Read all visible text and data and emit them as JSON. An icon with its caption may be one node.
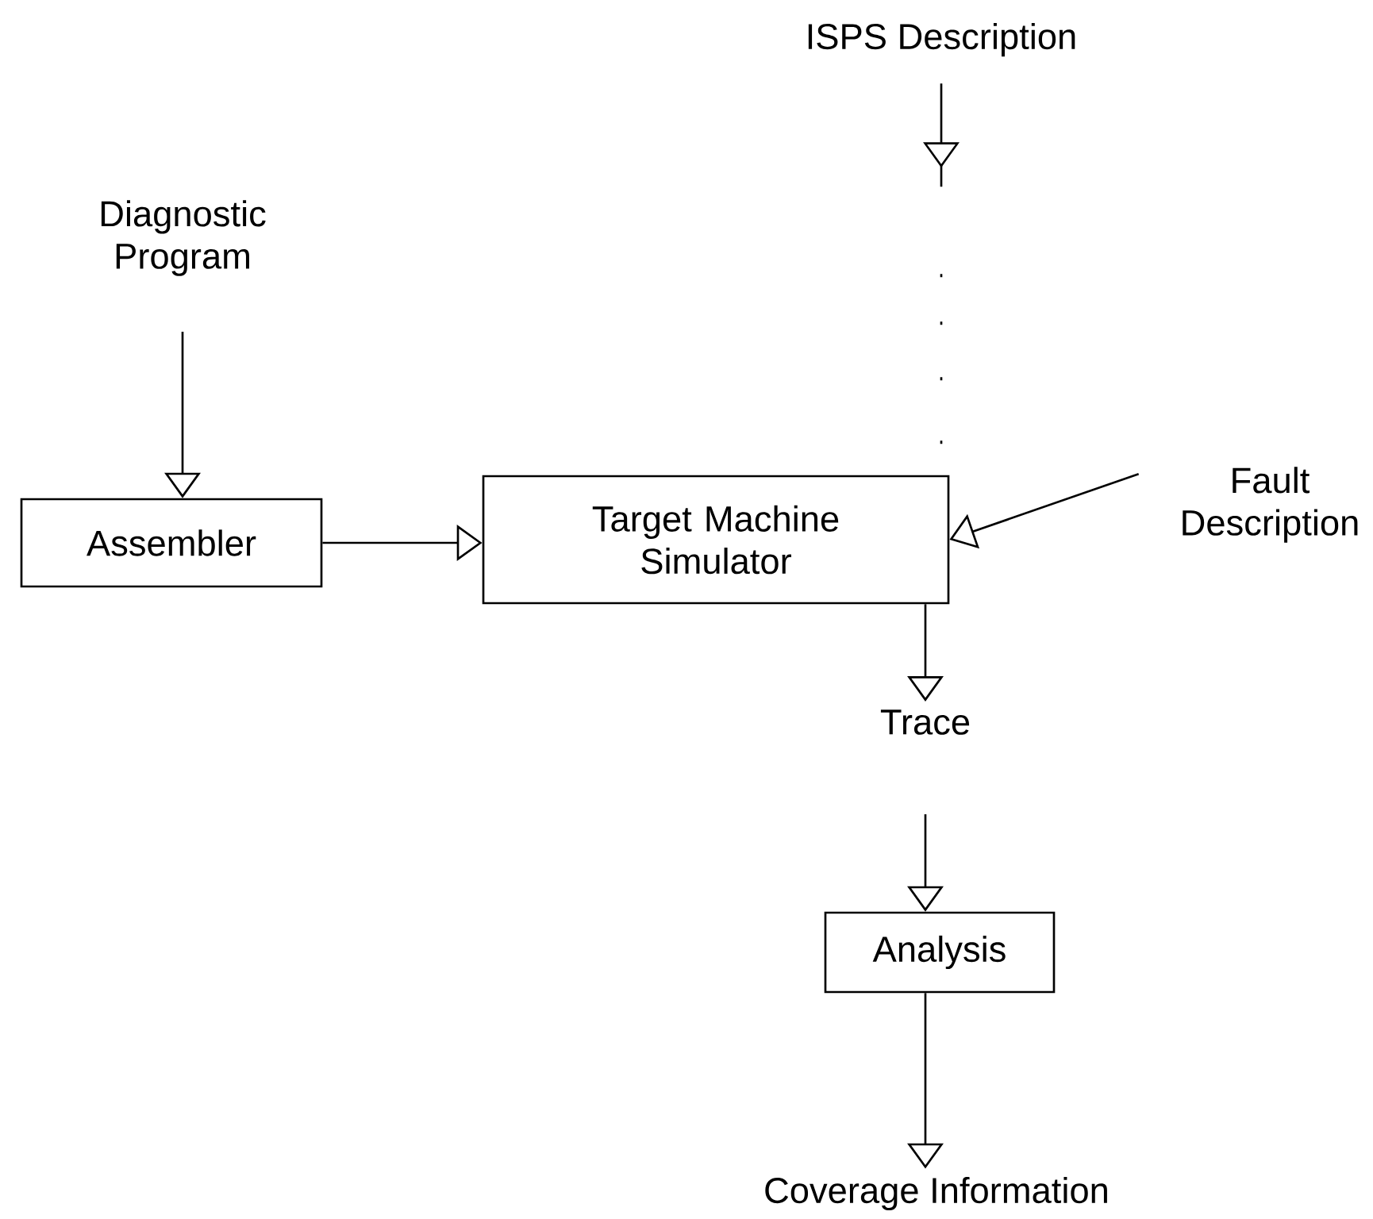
{
  "diagram": {
    "nodes": [
      {
        "text": [
          "ISPS Description"
        ]
      },
      {
        "text": [
          "Diagnostic Program"
        ]
      },
      {
        "text": [
          "Assembler"
        ]
      },
      {
        "text": [
          "Target Machine Simulator"
        ]
      },
      {
        "text": [
          "Fault Description"
        ]
      },
      {
        "text": [
          "Trace"
        ]
      },
      {
        "text": [
          "Analysis"
        ]
      },
      {
        "text": [
          "Coverage Information"
        ]
      }
    ],
    "edges": [
      {
        "from": 0,
        "to": 3,
        "arrow": "to",
        "style": "dashed"
      },
      {
        "from": 1,
        "to": 2,
        "arrow": "to"
      },
      {
        "from": 2,
        "to": 3,
        "arrow": "to"
      },
      {
        "from": 4,
        "to": 3,
        "arrow": "to"
      },
      {
        "from": 3,
        "to": 5,
        "arrow": "to"
      },
      {
        "from": 5,
        "to": 6,
        "arrow": "to"
      },
      {
        "from": 6,
        "to": 7,
        "arrow": "to"
      }
    ]
  }
}
